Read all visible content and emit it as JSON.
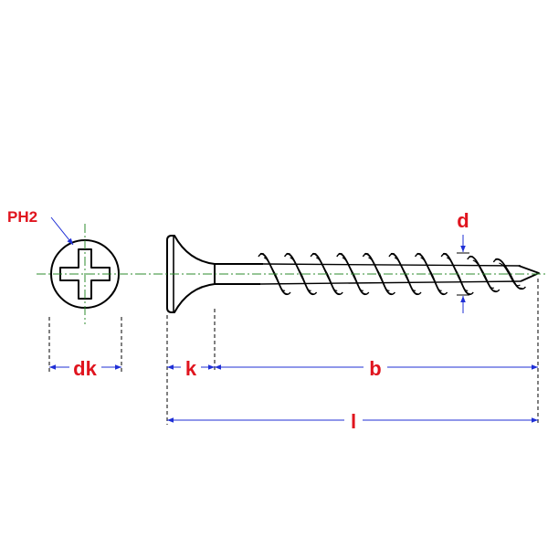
{
  "labels": {
    "drive": "PH2",
    "head_diameter": "dk",
    "head_height": "k",
    "thread_length": "b",
    "screw_length": "l",
    "thread_diameter": "d"
  },
  "colors": {
    "outline": "#000000",
    "centerline": "#2e8b2e",
    "dimension": "#1f2fd6",
    "label": "#e0141e"
  }
}
